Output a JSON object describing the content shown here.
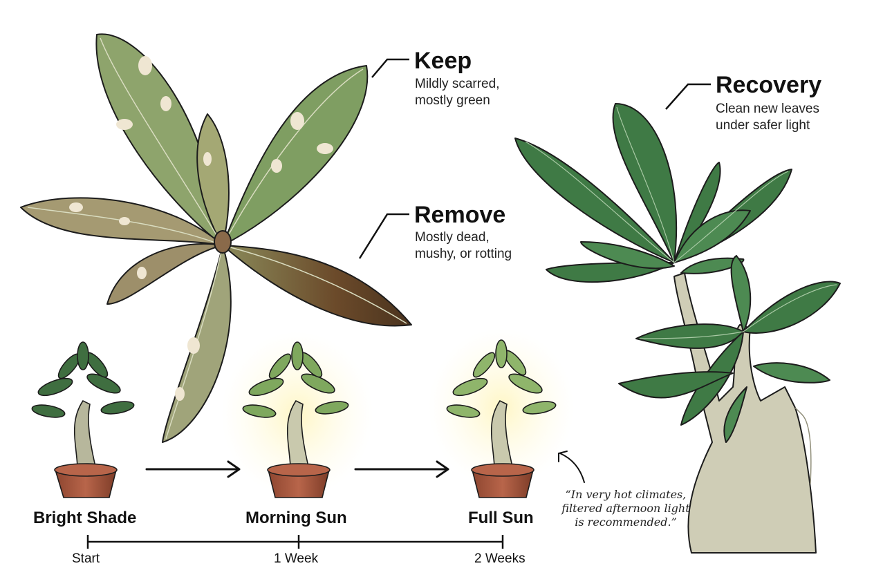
{
  "callouts": {
    "keep": {
      "title": "Keep",
      "desc_line1": "Mildly scarred,",
      "desc_line2": "mostly green"
    },
    "remove": {
      "title": "Remove",
      "desc_line1": "Mostly dead,",
      "desc_line2": "mushy, or rotting"
    },
    "recovery": {
      "title": "Recovery",
      "desc_line1": "Clean new leaves",
      "desc_line2": "under safer light"
    }
  },
  "stages": [
    {
      "label": "Bright Shade"
    },
    {
      "label": "Morning Sun"
    },
    {
      "label": "Full Sun"
    }
  ],
  "timeline": [
    "Start",
    "1 Week",
    "2 Weeks"
  ],
  "note": {
    "line1": "“In very hot climates,",
    "line2": "filtered afternoon light",
    "line3": "is recommended.”"
  },
  "colors": {
    "healthy_leaf": "#3f7a45",
    "pale_leaf": "#7fa85e",
    "scarred_leaf": "#8aa16a",
    "dead_leaf": "#6b4a2a",
    "pot": "#a4563a",
    "trunk": "#cfcdb6",
    "sun_glow": "#fff3b0"
  },
  "icons": [
    "arrow-right-icon",
    "curved-arrow-icon"
  ]
}
